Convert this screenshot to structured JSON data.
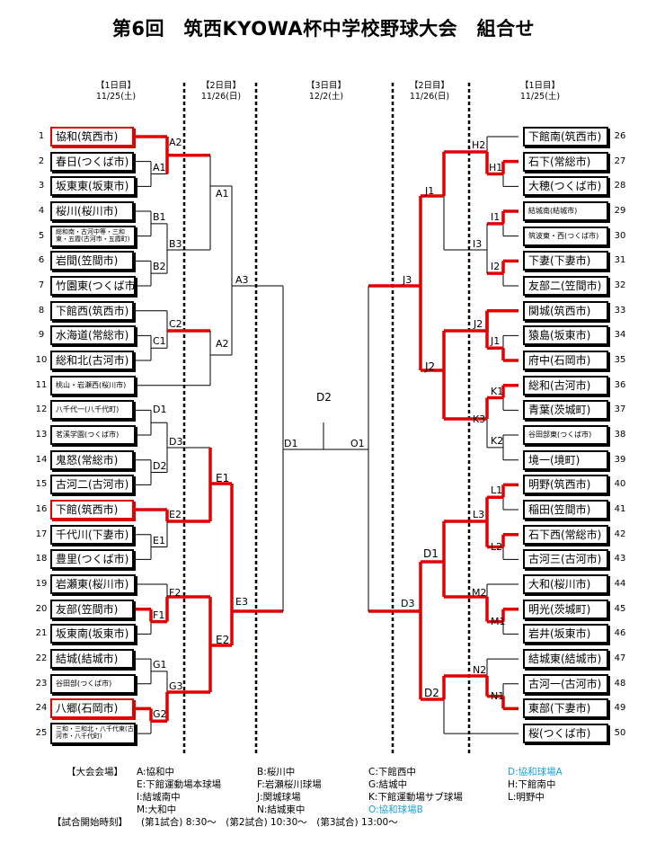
{
  "title": "第6回　筑西KYOWA杯中学校野球大会　組合せ",
  "day_headers": [
    {
      "day": "【1日目】",
      "date": "11/25(土)"
    },
    {
      "day": "【2日目】",
      "date": "11/26(日)"
    },
    {
      "day": "【3日目】",
      "date": "12/2(土)"
    },
    {
      "day": "【2日目】",
      "date": "11/26(日)"
    },
    {
      "day": "【1日目】",
      "date": "11/25(土)"
    }
  ],
  "left_teams": [
    {
      "no": "1",
      "name": "協和(筑西市)"
    },
    {
      "no": "2",
      "name": "春日(つくば市)"
    },
    {
      "no": "3",
      "name": "坂東東(坂東市)"
    },
    {
      "no": "4",
      "name": "桜川(桜川市)"
    },
    {
      "no": "5",
      "name": "総和南・古河中等・三和東・五霞(古河市・五霞町)"
    },
    {
      "no": "6",
      "name": "岩間(笠間市)"
    },
    {
      "no": "7",
      "name": "竹園東(つくば市)"
    },
    {
      "no": "8",
      "name": "下館西(筑西市)"
    },
    {
      "no": "9",
      "name": "水海道(常総市)"
    },
    {
      "no": "10",
      "name": "総和北(古河市)"
    },
    {
      "no": "11",
      "name": "桃山・岩瀬西(桜川市)"
    },
    {
      "no": "12",
      "name": "八千代一(八千代町)"
    },
    {
      "no": "13",
      "name": "茗溪学園(つくば市)"
    },
    {
      "no": "14",
      "name": "鬼怒(常総市)"
    },
    {
      "no": "15",
      "name": "古河二(古河市)"
    },
    {
      "no": "16",
      "name": "下館(筑西市)"
    },
    {
      "no": "17",
      "name": "千代川(下妻市)"
    },
    {
      "no": "18",
      "name": "豊里(つくば市)"
    },
    {
      "no": "19",
      "name": "岩瀬東(桜川市)"
    },
    {
      "no": "20",
      "name": "友部(笠間市)"
    },
    {
      "no": "21",
      "name": "坂東南(坂東市)"
    },
    {
      "no": "22",
      "name": "結城(結城市)"
    },
    {
      "no": "23",
      "name": "谷田部(つくば市)"
    },
    {
      "no": "24",
      "name": "八郷(石岡市)"
    },
    {
      "no": "25",
      "name": "三和・三和北・八千代東(古河市・八千代町)"
    }
  ],
  "right_teams": [
    {
      "no": "26",
      "name": "下館南(筑西市)"
    },
    {
      "no": "27",
      "name": "石下(常総市)"
    },
    {
      "no": "28",
      "name": "大穂(つくば市)"
    },
    {
      "no": "29",
      "name": "結城南(結城市)"
    },
    {
      "no": "30",
      "name": "筑波東・西(つくば市)"
    },
    {
      "no": "31",
      "name": "下妻(下妻市)"
    },
    {
      "no": "32",
      "name": "友部二(笠間市)"
    },
    {
      "no": "33",
      "name": "関城(筑西市)"
    },
    {
      "no": "34",
      "name": "猿島(坂東市)"
    },
    {
      "no": "35",
      "name": "府中(石岡市)"
    },
    {
      "no": "36",
      "name": "総和(古河市)"
    },
    {
      "no": "37",
      "name": "青葉(茨城町)"
    },
    {
      "no": "38",
      "name": "谷田部東(つくば市)"
    },
    {
      "no": "39",
      "name": "境一(境町)"
    },
    {
      "no": "40",
      "name": "明野(筑西市)"
    },
    {
      "no": "41",
      "name": "稲田(笠間市)"
    },
    {
      "no": "42",
      "name": "石下西(常総市)"
    },
    {
      "no": "43",
      "name": "古河三(古河市)"
    },
    {
      "no": "44",
      "name": "大和(桜川市)"
    },
    {
      "no": "45",
      "name": "明光(茨城町)"
    },
    {
      "no": "46",
      "name": "岩井(坂東市)"
    },
    {
      "no": "47",
      "name": "結城東(結城市)"
    },
    {
      "no": "48",
      "name": "古河一(古河市)"
    },
    {
      "no": "49",
      "name": "東部(下妻市)"
    },
    {
      "no": "50",
      "name": "桜(つくば市)"
    }
  ],
  "game_labels": {
    "A1": "A1",
    "A2": "A2",
    "A3": "A3",
    "B1": "B1",
    "B2": "B2",
    "B3": "B3",
    "C1": "C1",
    "C2": "C2",
    "D1": "D1",
    "D2": "D2",
    "D3": "D3",
    "E1": "E1",
    "E2": "E2",
    "E3": "E3",
    "F1": "F1",
    "F2": "F2",
    "G1": "G1",
    "G2": "G2",
    "G3": "G3",
    "H1": "H1",
    "H2": "H2",
    "I1": "I1",
    "I2": "I2",
    "I3": "I3",
    "J1": "J1",
    "J2": "J2",
    "J3": "J3",
    "K1": "K1",
    "K2": "K2",
    "K3": "K3",
    "L1": "L1",
    "L2": "L2",
    "L3": "L3",
    "M1": "M1",
    "M2": "M2",
    "N1": "N1",
    "N2": "N2",
    "O1": "O1",
    "final_D2": "D2",
    "final_D1": "D1",
    "right_D1": "D1",
    "right_D2": "D2",
    "right_D3": "D3"
  },
  "legend": {
    "venue_title": "【大会会場】",
    "venues": [
      {
        "text": "A:協和中",
        "blue": false
      },
      {
        "text": "B:桜川中",
        "blue": false
      },
      {
        "text": "C:下館西中",
        "blue": false
      },
      {
        "text": "D:協和球場A",
        "blue": true
      },
      {
        "text": "E:下館運動場本球場",
        "blue": false
      },
      {
        "text": "F:岩瀬桜川球場",
        "blue": false
      },
      {
        "text": "G:結城中",
        "blue": false
      },
      {
        "text": "H:下館南中",
        "blue": false
      },
      {
        "text": "I:結城南中",
        "blue": false
      },
      {
        "text": "J:関城球場",
        "blue": false
      },
      {
        "text": "K:下館運動場サブ球場",
        "blue": false
      },
      {
        "text": "L:明野中",
        "blue": false
      },
      {
        "text": "M:大和中",
        "blue": false
      },
      {
        "text": "N:結城東中",
        "blue": false
      },
      {
        "text": "O:協和球場B",
        "blue": true
      }
    ],
    "time_title": "【試合開始時刻】",
    "times": "(第1試合) 8:30～　(第2試合) 10:30～　(第3試合) 13:00～"
  },
  "colors": {
    "winner": "#e10000",
    "line": "#000000",
    "venue_blue": "#1aa0dc"
  }
}
